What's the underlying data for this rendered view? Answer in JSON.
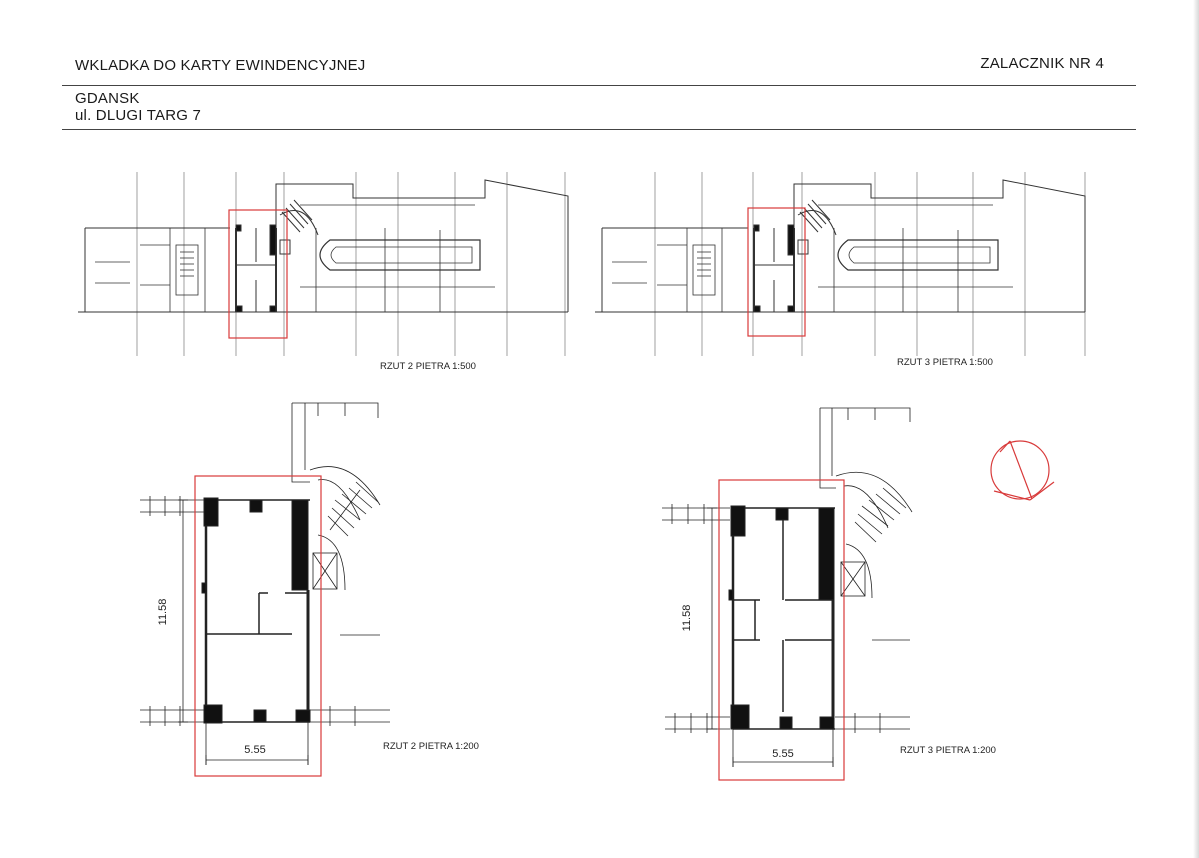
{
  "header": {
    "title": "WKLADKA DO KARTY EWINDENCYJNEJ",
    "annex": "ZALACZNIK NR 4",
    "city": "GDANSK",
    "address": "ul. DLUGI TARG 7"
  },
  "plans": {
    "overview_2": {
      "caption": "RZUT 2 PIETRA 1:500"
    },
    "overview_3": {
      "caption": "RZUT 3 PIETRA 1:500"
    },
    "detail_2": {
      "caption": "RZUT 2 PIETRA 1:200",
      "width_dim": "5.55",
      "depth_dim": "11.58"
    },
    "detail_3": {
      "caption": "RZUT 3 PIETRA 1:200",
      "width_dim": "5.55",
      "depth_dim": "11.58"
    }
  },
  "colors": {
    "highlight": "#d83a3a",
    "ink": "#1a1a1a",
    "rule": "#444444"
  }
}
